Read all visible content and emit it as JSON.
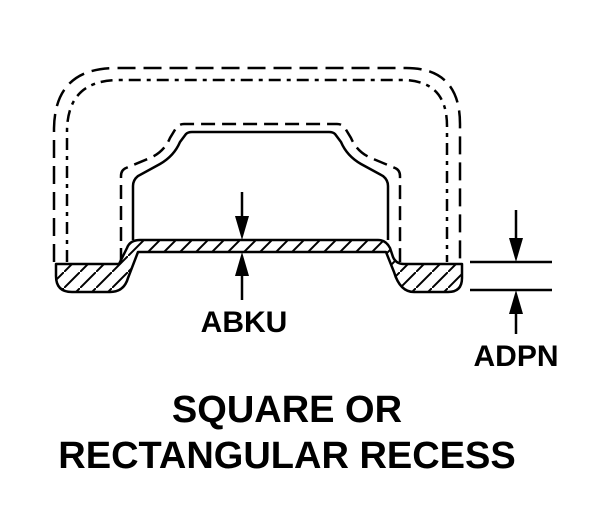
{
  "labels": {
    "dim_floor": "ABKU",
    "dim_flange": "ADPN"
  },
  "title": {
    "line1": "SQUARE OR",
    "line2": "RECTANGULAR RECESS"
  },
  "colors": {
    "ink": "#000000",
    "background": "#ffffff"
  }
}
